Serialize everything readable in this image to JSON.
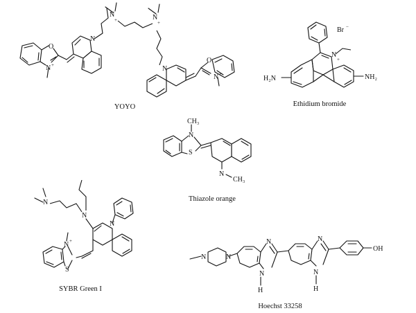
{
  "figure": {
    "molecules": [
      {
        "name": "YOYO",
        "atoms": {
          "n_plus_left": "N",
          "n_plus_right": "N",
          "o_left": "O",
          "o_right": "O",
          "n_quin_left": "N",
          "n_quin_right": "N",
          "n_benz_left": "N",
          "n_benz_right": "N",
          "plus": "+"
        }
      },
      {
        "name": "Ethidium bromide",
        "atoms": {
          "counter_ion": "Br",
          "counter_charge": "−",
          "n_ring": "N",
          "plus": "+",
          "amine_left": "H₂N",
          "amine_right": "NH₂"
        }
      },
      {
        "name": "Thiazole orange",
        "atoms": {
          "n_top": "N",
          "s": "S",
          "n_bottom": "N",
          "methyl_top": "CH₃",
          "methyl_bottom": "CH₃"
        }
      },
      {
        "name": "SYBR Green I",
        "atoms": {
          "n_dimethyl": "N",
          "n_amine": "N",
          "n_ring": "N",
          "n_plus": "N",
          "plus": "+",
          "s": "S"
        }
      },
      {
        "name": "Hoechst 33258",
        "atoms": {
          "n_pip_1": "N",
          "n_pip_2": "N",
          "n_imid_1": "N",
          "n_imid_2": "N",
          "nh_1": "N",
          "nh_2": "N",
          "h_1": "H",
          "h_2": "H",
          "oh": "OH"
        }
      }
    ]
  }
}
